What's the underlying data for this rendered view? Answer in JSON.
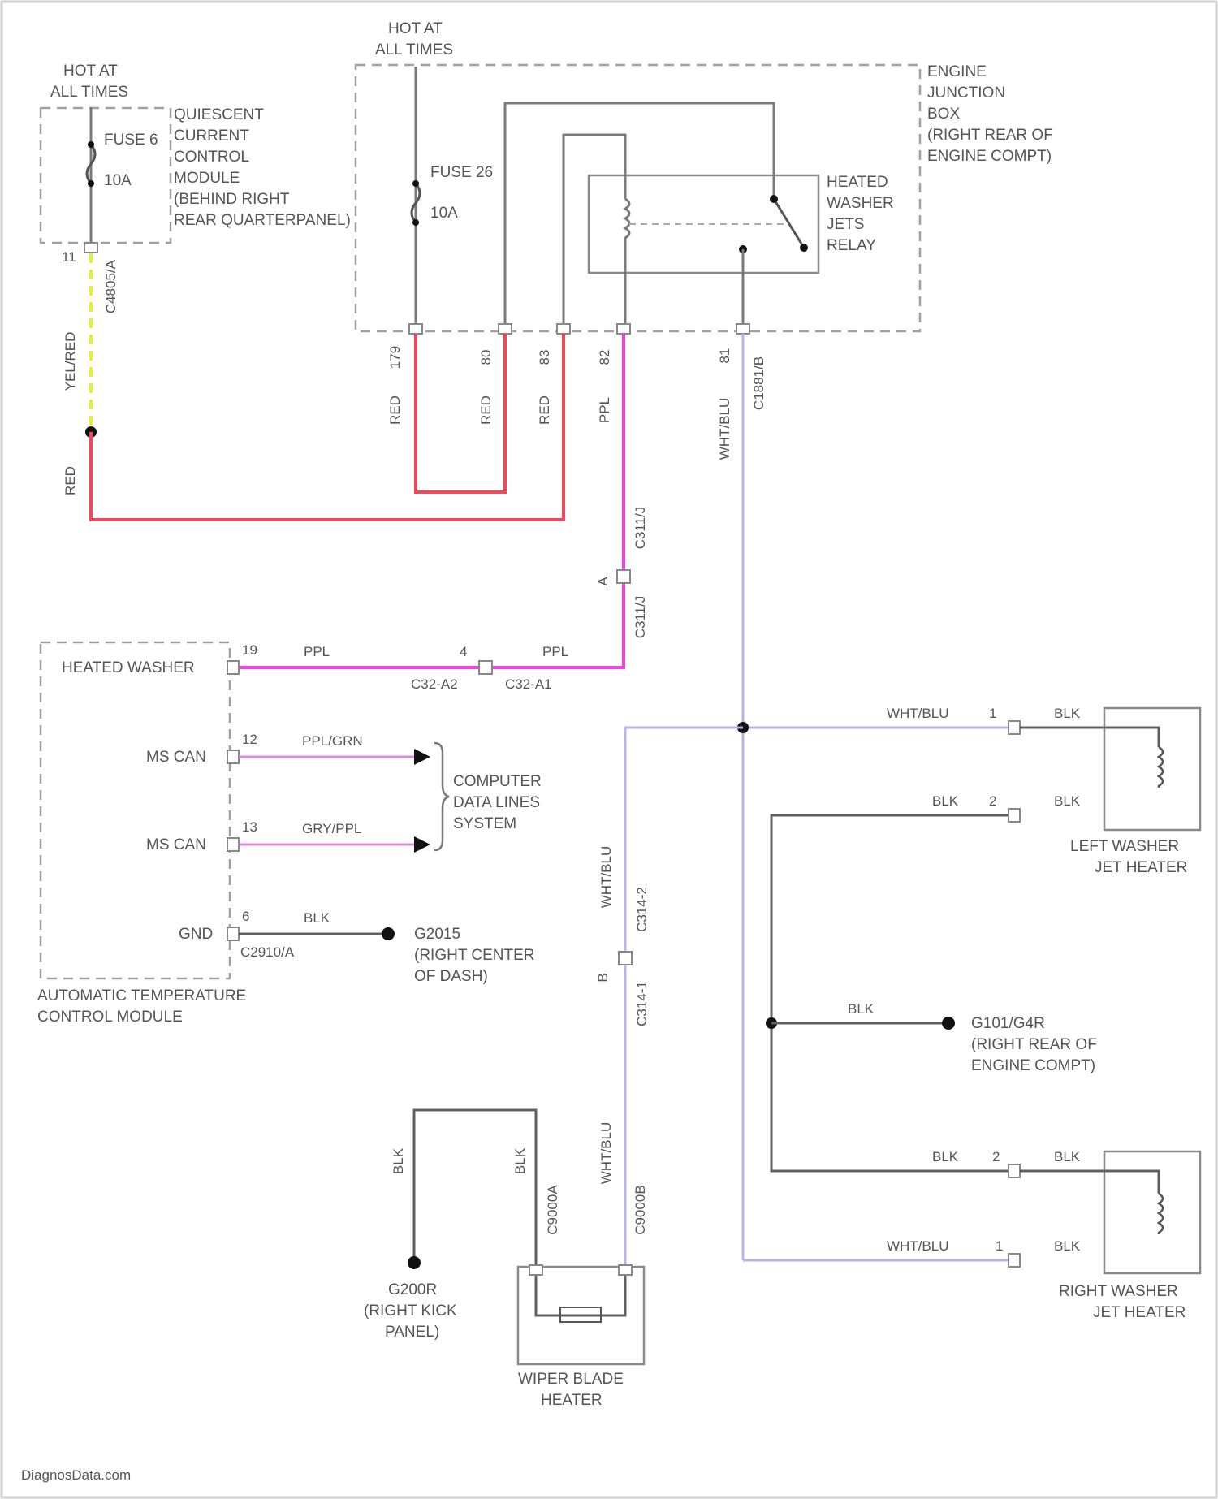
{
  "source_text": {
    "hot_left": [
      "HOT AT",
      "ALL TIMES"
    ],
    "hot_top": [
      "HOT AT",
      "ALL TIMES"
    ],
    "qcc_fuse": "FUSE 6",
    "qcc_fuse_amp": "10A",
    "qcc_module": [
      "QUIESCENT",
      "CURRENT",
      "CONTROL",
      "MODULE",
      "(BEHIND RIGHT",
      "REAR QUARTERPANEL)"
    ],
    "qcc_pin": "11",
    "qcc_connector": "C4805/A",
    "wire_yel_red": "YEL/RED",
    "wire_red_left": "RED",
    "ejb": [
      "ENGINE",
      "JUNCTION",
      "BOX",
      "(RIGHT REAR OF",
      "ENGINE COMPT)"
    ],
    "ejb_fuse": "FUSE 26",
    "ejb_fuse_amp": "10A",
    "relay": [
      "HEATED",
      "WASHER",
      "JETS",
      "RELAY"
    ],
    "pin_179": "179",
    "pin_80": "80",
    "pin_83": "83",
    "pin_82": "82",
    "pin_81": "81",
    "wire_red": "RED",
    "wire_ppl": "PPL",
    "wire_wht_blu": "WHT/BLU",
    "conn_c1881b": "C1881/B",
    "conn_c311j": "C311/J",
    "conn_c311j2": "C311/J",
    "pin_a": "A",
    "atc_heated": "HEATED WASHER",
    "atc_pin_19": "19",
    "atc_ppl": "PPL",
    "conn_pin_4": "4",
    "conn_c32a2": "C32-A2",
    "conn_c32a1": "C32-A1",
    "atc_ppl2": "PPL",
    "ms_can_1": "MS CAN",
    "ms_can_2": "MS CAN",
    "pin_12": "12",
    "pin_13": "13",
    "wire_ppl_grn": "PPL/GRN",
    "wire_gry_ppl": "GRY/PPL",
    "computer": [
      "COMPUTER",
      "DATA LINES",
      "SYSTEM"
    ],
    "gnd": "GND",
    "pin_6": "6",
    "wire_blk_gnd": "BLK",
    "conn_c2910a": "C2910/A",
    "g_2015": [
      "G2015",
      "(RIGHT CENTER",
      "OF DASH)"
    ],
    "atc_module": [
      "AUTOMATIC TEMPERATURE",
      "CONTROL MODULE"
    ],
    "wire_wht_blu_v": "WHT/BLU",
    "conn_c314_2": "C314-2",
    "conn_c314_1": "C314-1",
    "pin_b": "B",
    "lj_wht_blu": "WHT/BLU",
    "lj_pin_1": "1",
    "lj_blk_1": "BLK",
    "lj_blk_2a": "BLK",
    "lj_pin_2": "2",
    "lj_blk_2b": "BLK",
    "lj_label": [
      "LEFT WASHER",
      "JET HEATER"
    ],
    "mid_blk": "BLK",
    "g_101": [
      "G101/G4R",
      "(RIGHT REAR OF",
      "ENGINE COMPT)"
    ],
    "rj_blk_2a": "BLK",
    "rj_pin_2": "2",
    "rj_blk_2b": "BLK",
    "rj_wht_blu": "WHT/BLU",
    "rj_pin_1": "1",
    "rj_blk_1": "BLK",
    "rj_label": [
      "RIGHT WASHER",
      "JET HEATER"
    ],
    "wb_blk_left": "BLK",
    "wb_blk_right": "BLK",
    "wb_conn_1": "C9000A",
    "wb_wht_blu": "WHT/BLU",
    "wb_conn_2": "C9000B",
    "g_200": [
      "G200R",
      "(RIGHT KICK",
      "PANEL)"
    ],
    "wb_label": [
      "WIPER BLADE",
      "HEATER"
    ],
    "watermark": "DiagnosData.com"
  },
  "colors": {
    "red_wire": "#ef4a5a",
    "purple_wire": "#ee44dd",
    "light_purple_wire": "#dd88dd",
    "blue_wire": "#b4b4ee",
    "yellow_wire": "#e6ee30",
    "gray_wire": "#7a7a7a",
    "frame": "#a0a0a0"
  }
}
